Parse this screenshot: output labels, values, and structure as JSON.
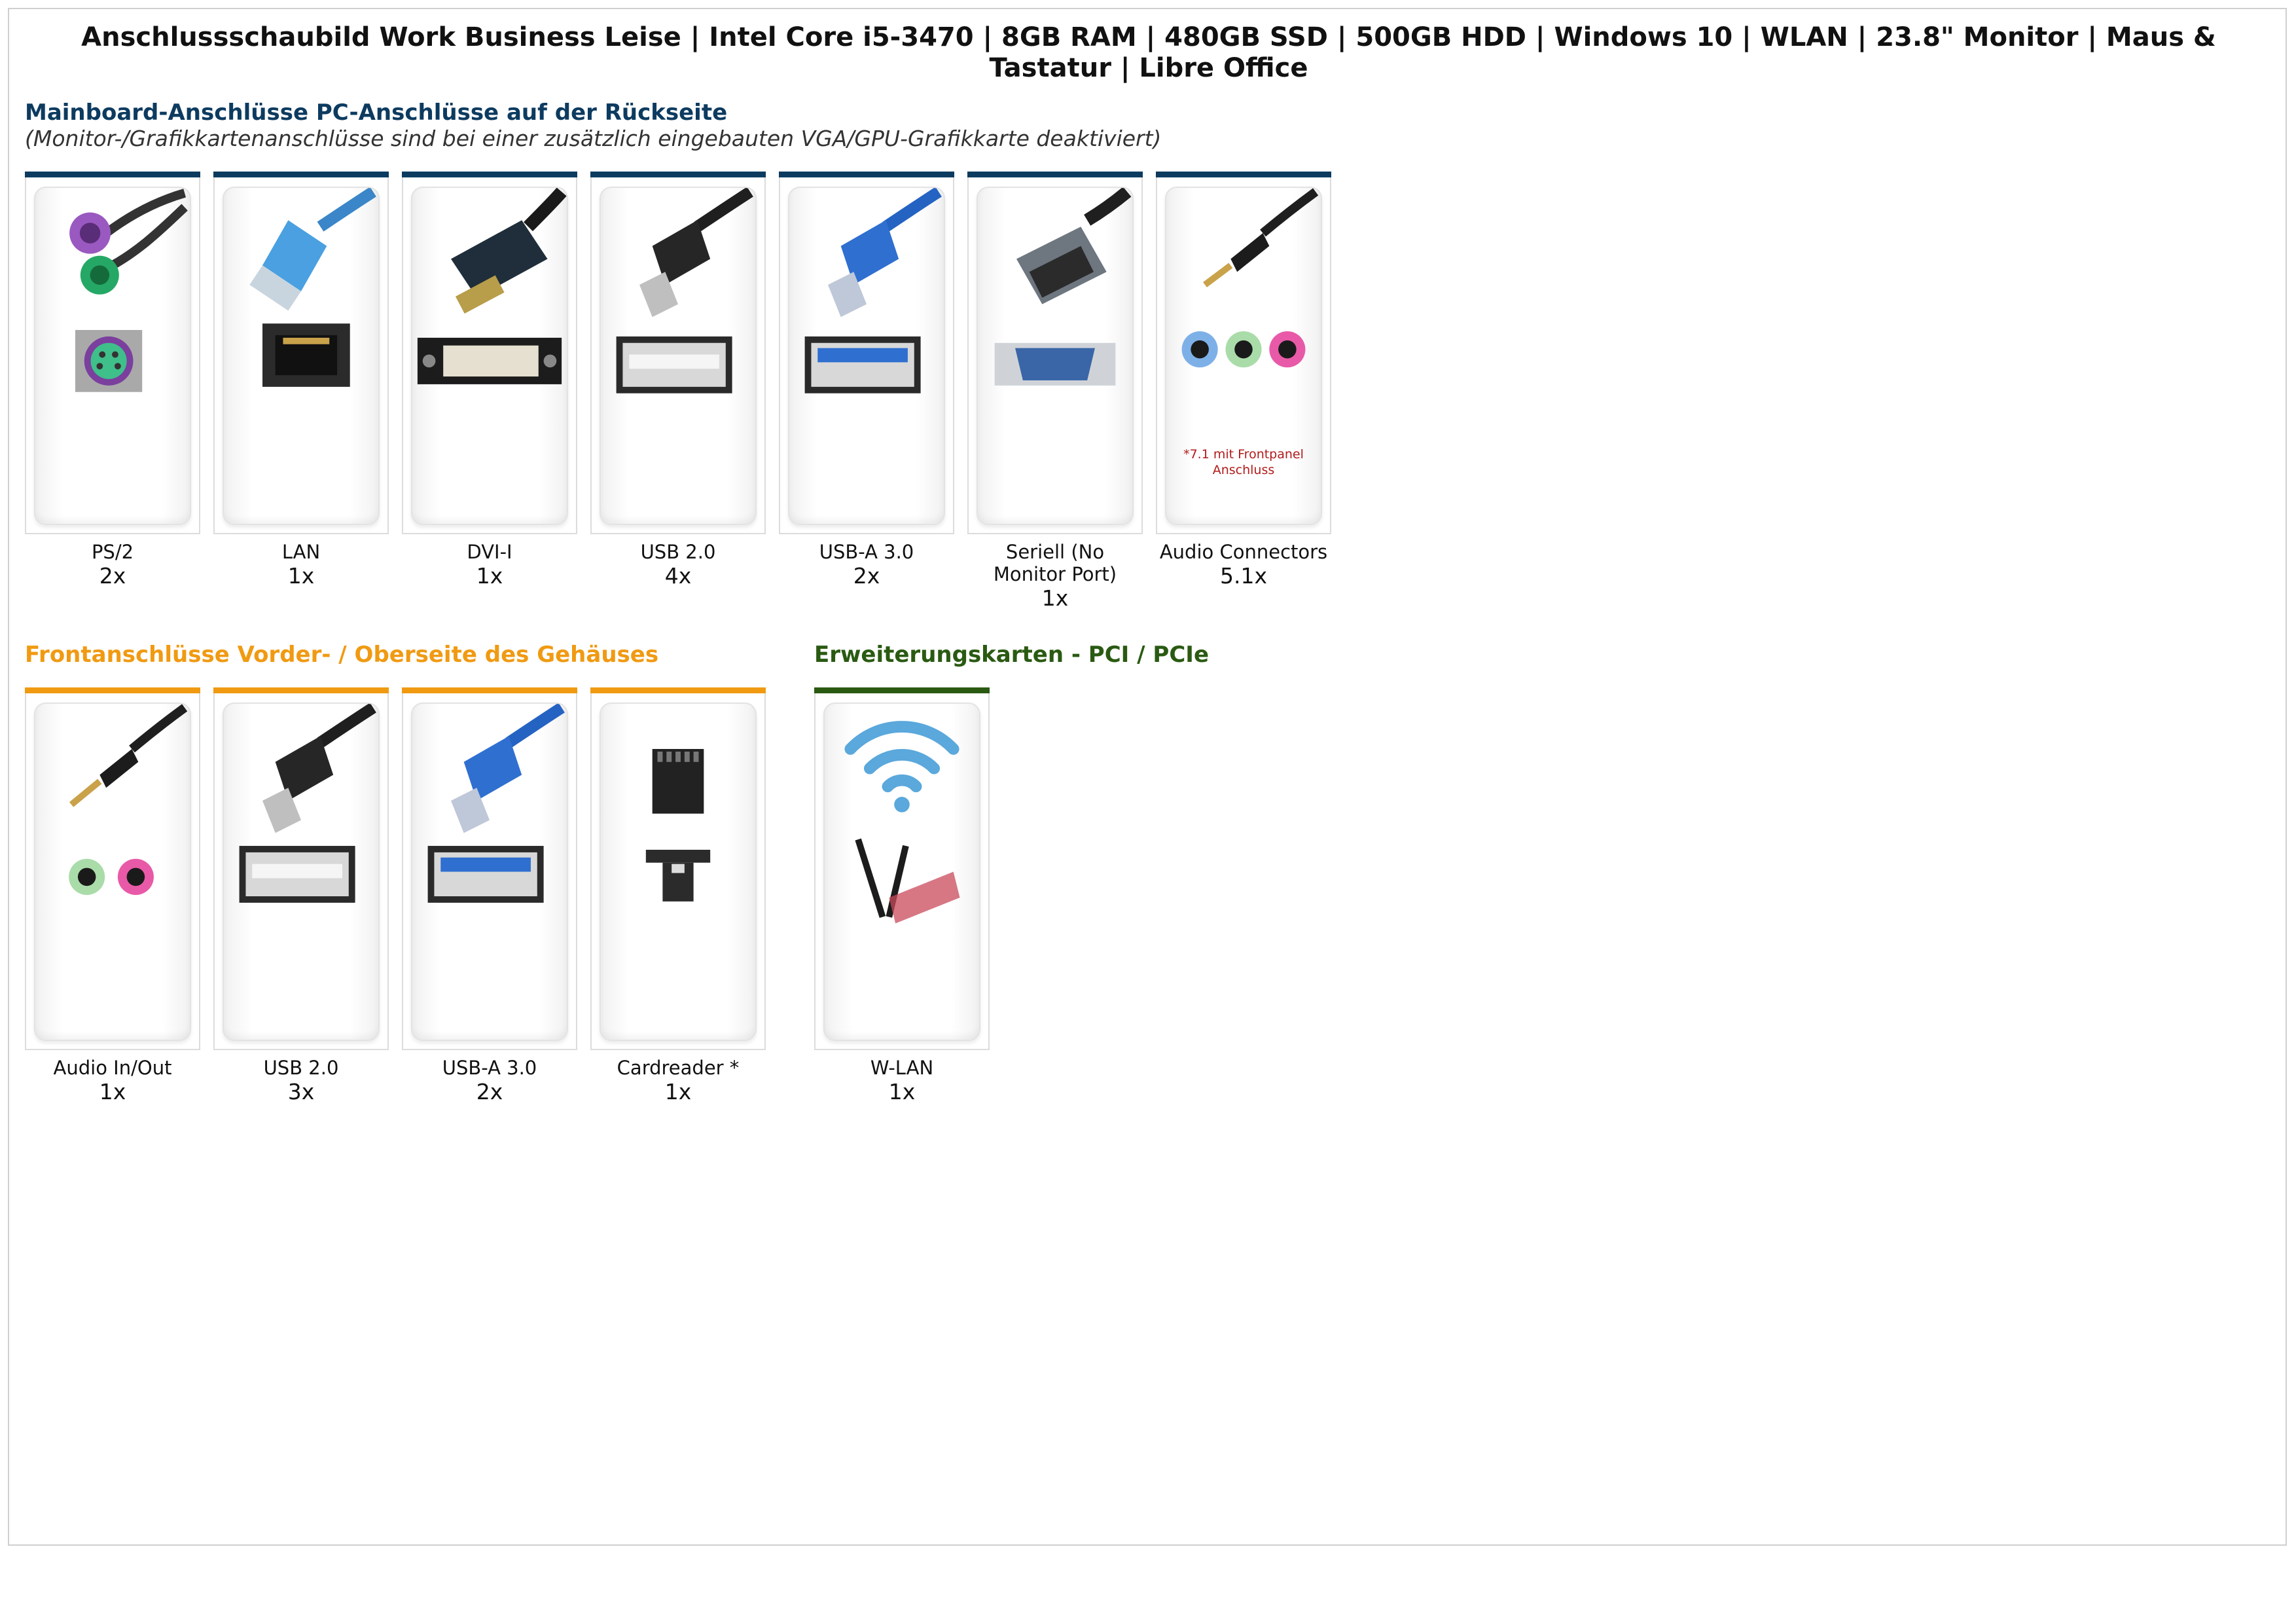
{
  "title": "Anschlussschaubild Work Business Leise | Intel Core i5-3470 | 8GB RAM | 480GB SSD | 500GB HDD | Windows 10 | WLAN | 23.8\" Monitor | Maus & Tastatur | Libre Office",
  "colors": {
    "mainboard": "#0d3b60",
    "front": "#f09a12",
    "expansion": "#2a5a12",
    "note": "#b11a1a"
  },
  "mainboard": {
    "title": "Mainboard-Anschlüsse PC-Anschlüsse auf der Rückseite",
    "subtitle": "(Monitor-/Grafikkartenanschlüsse sind bei einer zusätzlich eingebauten VGA/GPU-Grafikkarte deaktiviert)",
    "ports": [
      {
        "label": "PS/2",
        "count": "2x",
        "icon": "ps2-icon"
      },
      {
        "label": "LAN",
        "count": "1x",
        "icon": "lan-icon"
      },
      {
        "label": "DVI-I",
        "count": "1x",
        "icon": "dvi-icon"
      },
      {
        "label": "USB 2.0",
        "count": "4x",
        "icon": "usb2-icon"
      },
      {
        "label": "USB-A 3.0",
        "count": "2x",
        "icon": "usb3-icon"
      },
      {
        "label": "Seriell (No Monitor Port)",
        "count": "1x",
        "icon": "serial-icon"
      },
      {
        "label": "Audio Connectors",
        "count": "5.1x",
        "icon": "audio-51-icon",
        "note": "*7.1 mit Frontpanel Anschluss"
      }
    ]
  },
  "front": {
    "title": "Frontanschlüsse Vorder- / Oberseite des Gehäuses",
    "ports": [
      {
        "label": "Audio In/Out",
        "count": "1x",
        "icon": "audio-inout-icon"
      },
      {
        "label": "USB 2.0",
        "count": "3x",
        "icon": "usb2-icon"
      },
      {
        "label": "USB-A 3.0",
        "count": "2x",
        "icon": "usb3-icon"
      },
      {
        "label": "Cardreader *",
        "count": "1x",
        "icon": "cardreader-icon"
      }
    ]
  },
  "expansion": {
    "title": "Erweiterungskarten - PCI / PCIe",
    "ports": [
      {
        "label": "W-LAN",
        "count": "1x",
        "icon": "wlan-icon"
      }
    ]
  }
}
